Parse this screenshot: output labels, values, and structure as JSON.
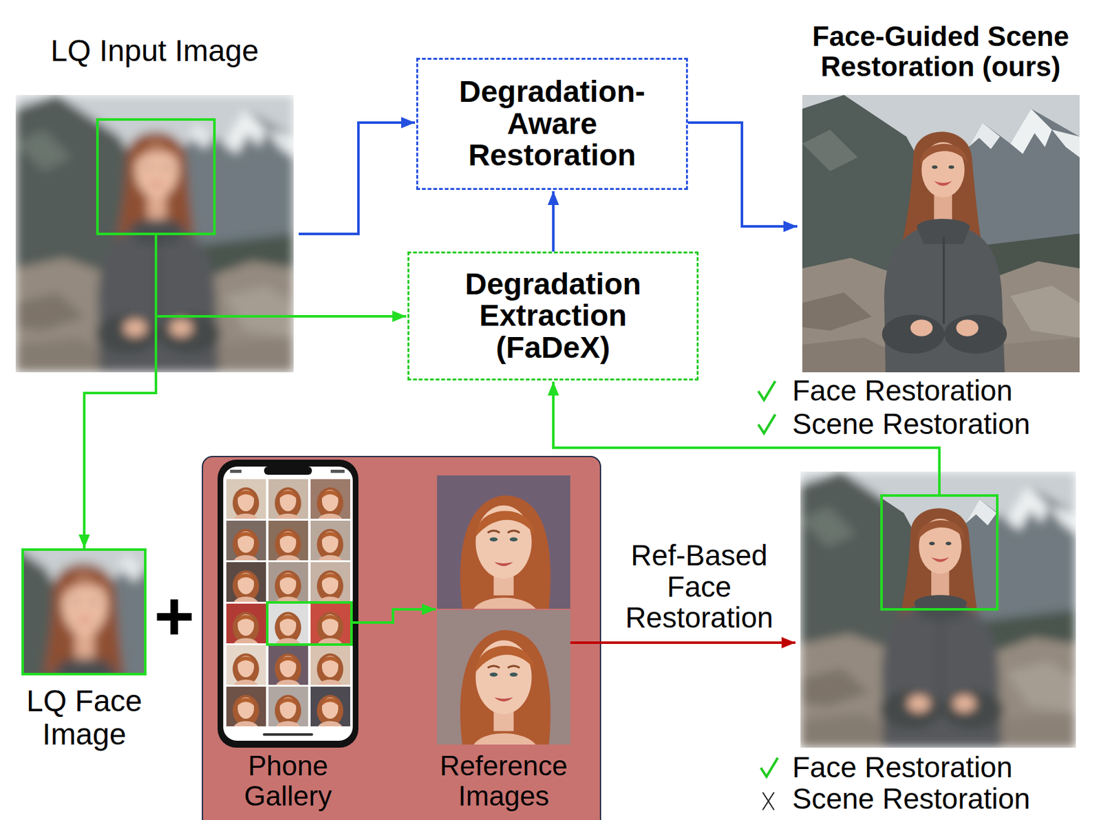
{
  "diagram": {
    "nodes": [
      {
        "text": [
          "LQ Input Image"
        ]
      },
      {
        "text": [
          "Degradation-Aware Restoration"
        ]
      },
      {
        "text": [
          "Degradation Extraction (FaDeX)"
        ]
      },
      {
        "text": [
          "Face-Guided Scene Restoration (ours)",
          "Face Restoration",
          "Scene Restoration"
        ]
      },
      {
        "text": [
          "LQ Face Image"
        ]
      },
      {
        "text": [
          "Phone Gallery"
        ]
      },
      {
        "text": [
          "Reference Images"
        ]
      },
      {
        "text": [
          "Face Restoration",
          "Scene Restoration"
        ]
      }
    ],
    "edges": [
      {
        "from": 0,
        "to": 1,
        "arrow": "to"
      },
      {
        "from": 2,
        "to": 1,
        "arrow": "to"
      },
      {
        "from": 1,
        "to": 3,
        "arrow": "to"
      },
      {
        "from": 0,
        "to": 2,
        "arrow": "to"
      },
      {
        "from": 0,
        "to": 4,
        "arrow": "to"
      },
      {
        "from": 5,
        "to": 6,
        "arrow": "to"
      },
      {
        "from": 6,
        "to": 7,
        "label": "Ref-Based Face Restoration",
        "arrow": "to"
      },
      {
        "from": 7,
        "to": 2,
        "arrow": "to"
      }
    ],
    "labels": [
      "+"
    ]
  }
}
